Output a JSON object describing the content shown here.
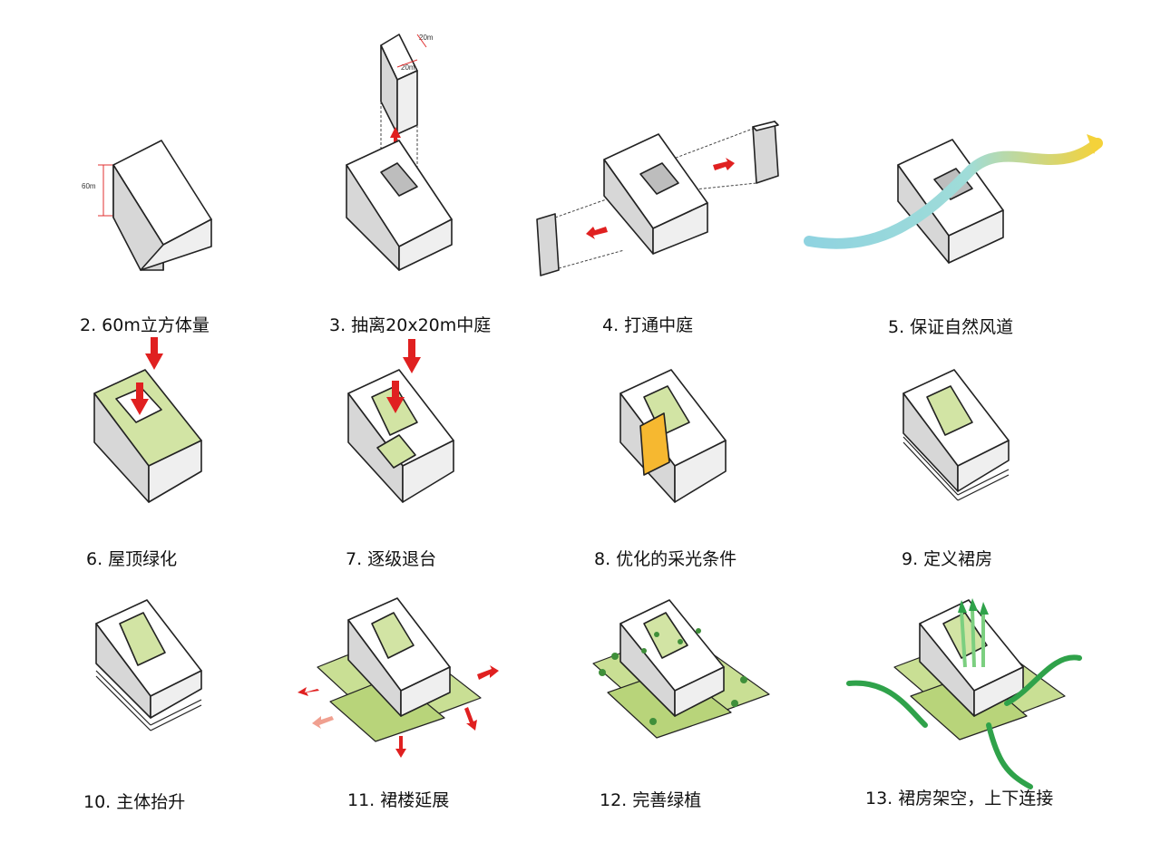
{
  "steps": [
    {
      "caption": "2. 60m立方体量"
    },
    {
      "caption": "3. 抽离20x20m中庭"
    },
    {
      "caption": "4. 打通中庭"
    },
    {
      "caption": "5. 保证自然风道"
    },
    {
      "caption": "6. 屋顶绿化"
    },
    {
      "caption": "7. 逐级退台"
    },
    {
      "caption": "8. 优化的采光条件"
    },
    {
      "caption": "9. 定义裙房"
    },
    {
      "caption": "10. 主体抬升"
    },
    {
      "caption": "11. 裙楼延展"
    },
    {
      "caption": "12. 完善绿植"
    },
    {
      "caption": "13. 裙房架空，上下连接"
    }
  ],
  "labels": {
    "height": "60m",
    "width1": "20m",
    "width2": "20m"
  },
  "colors": {
    "top": "#ffffff",
    "left": "#d9d9d9",
    "right": "#efefef",
    "green": "#d2e4a4",
    "greenDark": "#b6cf7c",
    "arrow": "#e02020",
    "wind1": "#8fd3e0",
    "wind2": "#f4d23a",
    "light": "#f6b830",
    "tree": "#3f8f3a",
    "stream": "#2fa24a"
  }
}
